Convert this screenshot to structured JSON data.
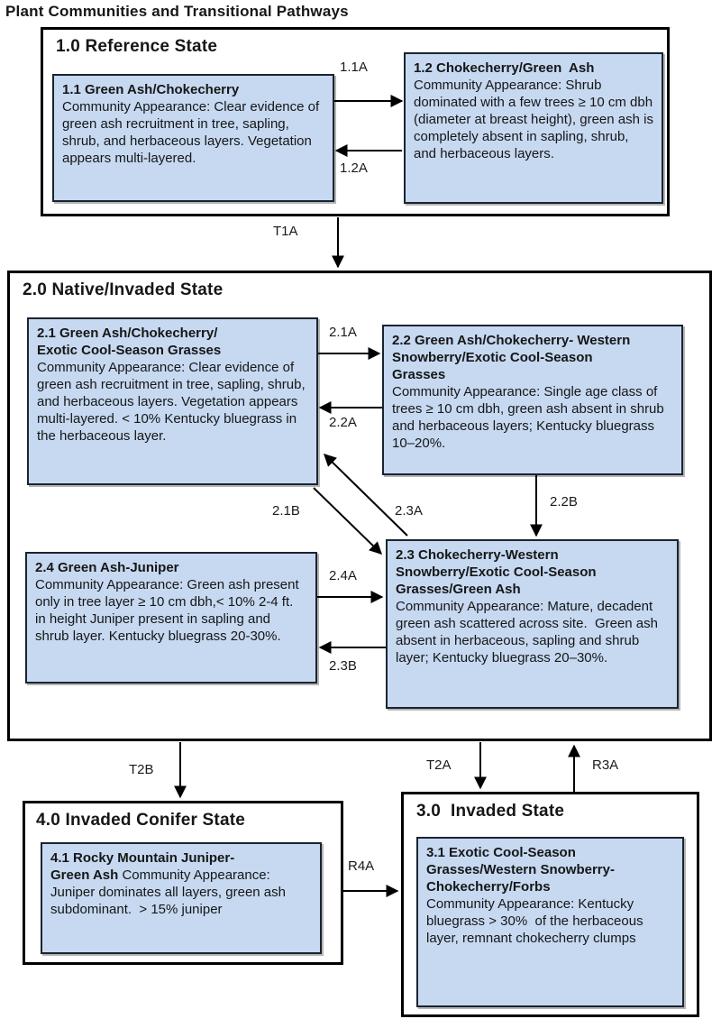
{
  "title": "Plant Communities and Transitional Pathways",
  "colors": {
    "community_fill": "#c6d9f1",
    "box_border": "#000000",
    "arrow": "#000000"
  },
  "states": {
    "s1": {
      "heading": "1.0 Reference State"
    },
    "s2": {
      "heading": "2.0 Native/Invaded State"
    },
    "s3": {
      "heading": "3.0  Invaded State"
    },
    "s4": {
      "heading": "4.0 Invaded Conifer State"
    }
  },
  "communities": {
    "c11": {
      "title": "1.1 Green Ash/Chokecherry",
      "body": "Community Appearance: Clear evidence of green ash recruitment in tree, sapling, shrub, and herbaceous layers. Vegetation appears multi-layered."
    },
    "c12": {
      "title": "1.2 Chokecherry/Green  Ash",
      "body": "Community Appearance: Shrub dominated with a few trees ≥ 10 cm dbh (diameter at breast height), green ash is completely absent in sapling, shrub, and herbaceous layers."
    },
    "c21": {
      "title": "2.1 Green Ash/Chokecherry/\nExotic Cool-Season Grasses",
      "body": "Community Appearance: Clear evidence of green ash recruitment in tree, sapling, shrub, and herbaceous layers. Vegetation appears multi-layered. < 10% Kentucky bluegrass in the herbaceous layer."
    },
    "c22": {
      "title": "2.2 Green Ash/Chokecherry- Western\nSnowberry/Exotic Cool-Season\nGrasses",
      "body": "Community Appearance: Single age class of trees ≥ 10 cm dbh, green ash absent in shrub and herbaceous layers; Kentucky bluegrass 10–20%."
    },
    "c23": {
      "title": "2.3 Chokecherry-Western\nSnowberry/Exotic Cool-Season\nGrasses/Green Ash",
      "body": "Community Appearance: Mature, decadent green ash scattered across site.  Green ash absent in herbaceous, sapling and shrub layer; Kentucky bluegrass 20–30%."
    },
    "c24": {
      "title": "2.4 Green Ash-Juniper",
      "body": "Community Appearance: Green ash present only in tree layer ≥ 10 cm dbh,< 10% 2-4 ft. in height Juniper present in sapling and shrub layer. Kentucky bluegrass 20-30%."
    },
    "c31": {
      "title": "3.1 Exotic Cool-Season\nGrasses/Western Snowberry-\nChokecherry/Forbs",
      "body": "Community Appearance: Kentucky bluegrass > 30%  of the herbaceous layer, remnant chokecherry clumps"
    },
    "c41": {
      "title": "4.1 Rocky Mountain Juniper-\nGreen Ash ",
      "body": "Community Appearance: Juniper dominates all layers, green ash subdominant.  > 15% juniper"
    }
  },
  "labels": {
    "a11a": "1.1A",
    "a12a": "1.2A",
    "t1a": "T1A",
    "a21a": "2.1A",
    "a22a": "2.2A",
    "a22b": "2.2B",
    "a21b": "2.1B",
    "a23a": "2.3A",
    "a24a": "2.4A",
    "a23b": "2.3B",
    "t2b": "T2B",
    "t2a": "T2A",
    "r3a": "R3A",
    "r4a": "R4A"
  }
}
